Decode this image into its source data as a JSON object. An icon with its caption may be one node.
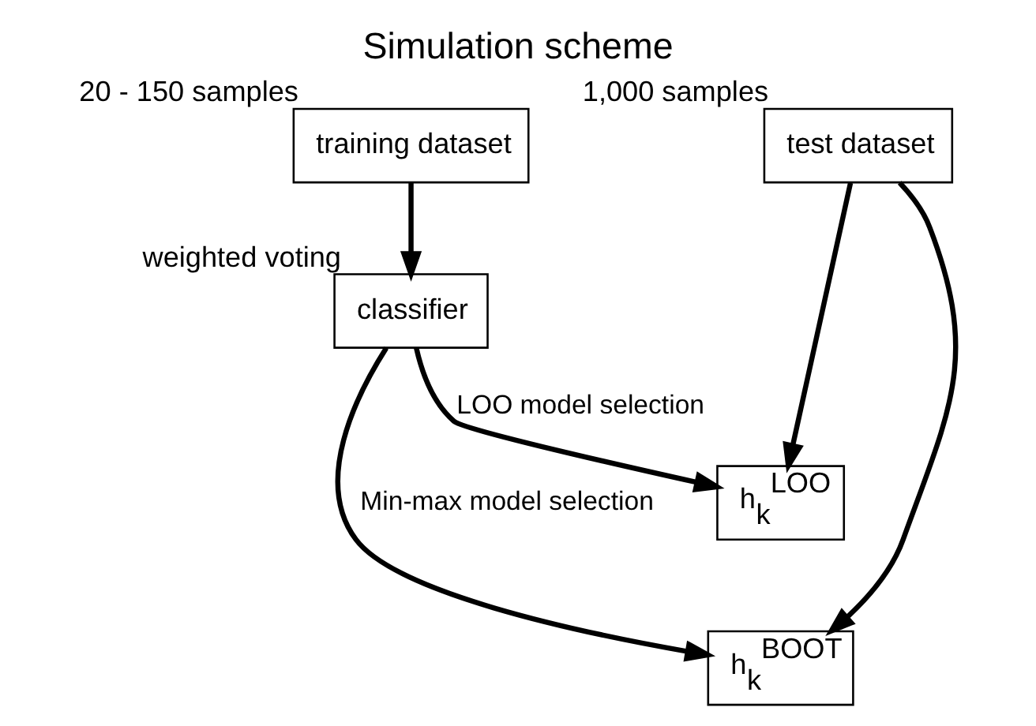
{
  "diagram": {
    "title": "Simulation scheme",
    "nodes": [
      {
        "text": [
          "training dataset"
        ],
        "beside": [
          "20 - 150 samples"
        ]
      },
      {
        "text": [
          "test dataset"
        ],
        "beside": [
          "1,000 samples"
        ]
      },
      {
        "text": [
          "classifier"
        ],
        "beside": [
          "weighted voting"
        ]
      },
      {
        "text": [
          "h$_{k}$$^{LOO}$"
        ]
      },
      {
        "text": [
          "h$_{k}$$^{BOOT}$"
        ]
      }
    ],
    "edges": [
      {
        "from": 0,
        "to": 2,
        "arrow": "to"
      },
      {
        "from": 2,
        "to": 3,
        "arrow": "to",
        "label": "LOO model selection"
      },
      {
        "from": 1,
        "to": 3,
        "arrow": "to"
      },
      {
        "from": 2,
        "to": 4,
        "arrow": "to",
        "label": "Min-max model selection"
      },
      {
        "from": 1,
        "to": 4,
        "arrow": "to"
      }
    ]
  }
}
